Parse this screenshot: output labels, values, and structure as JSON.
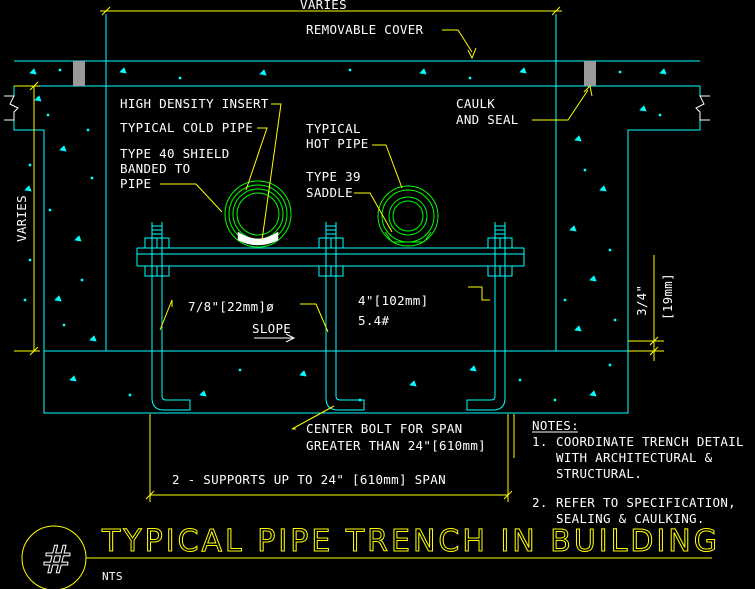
{
  "labels": {
    "varies_top": "VARIES",
    "removable_cover": "REMOVABLE COVER",
    "caulk": "CAULK",
    "and_seal": "AND SEAL",
    "high_density_insert": "HIGH DENSITY INSERT",
    "typical_cold_pipe": "TYPICAL COLD PIPE",
    "type40_line1": "TYPE 40 SHIELD",
    "type40_line2": "BANDED TO",
    "type40_line3": "PIPE",
    "typical_hot_line1": "TYPICAL",
    "typical_hot_line2": "HOT PIPE",
    "type39_line1": "TYPE 39",
    "type39_line2": "SADDLE",
    "varies_side": "VARIES",
    "rod_dia": "7/8\"[22mm]ø",
    "channel_size": "4\"[102mm]",
    "channel_weight": "5.4#",
    "slope": "SLOPE",
    "dim_right_in": "3/4\"",
    "dim_right_mm": "[19mm]",
    "center_bolt_line1": "CENTER BOLT FOR SPAN",
    "center_bolt_line2": "GREATER THAN 24\"[610mm]",
    "supports": "2 - SUPPORTS UP TO 24\" [610mm] SPAN"
  },
  "notes": {
    "heading": "NOTES:",
    "items": [
      {
        "num": "1.",
        "lines": [
          "COORDINATE TRENCH DETAIL",
          "WITH ARCHITECTURAL &",
          "STRUCTURAL."
        ]
      },
      {
        "num": "2.",
        "lines": [
          "REFER TO SPECIFICATION,",
          "SEALING & CAULKING."
        ]
      }
    ]
  },
  "title": {
    "symbol": "#",
    "text": "TYPICAL PIPE TRENCH IN BUILDING",
    "scale": "NTS"
  },
  "colors": {
    "background": "#000000",
    "concrete": "#00ffff",
    "leader": "#ffff00",
    "text": "#ffffff",
    "pipe": "#00ff00"
  }
}
